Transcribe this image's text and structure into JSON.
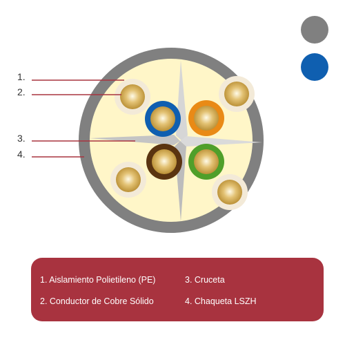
{
  "callouts": [
    {
      "number": "1.",
      "target": "insulation"
    },
    {
      "number": "2.",
      "target": "conductor"
    },
    {
      "number": "3.",
      "target": "cross-separator"
    },
    {
      "number": "4.",
      "target": "jacket"
    }
  ],
  "legend": {
    "items": [
      "1. Aislamiento Polietileno (PE)",
      "2. Conductor de Cobre Sólido",
      "3. Cruceta",
      "4. Chaqueta LSZH"
    ]
  },
  "color_options": [
    {
      "name": "gray",
      "color": "#808080"
    },
    {
      "name": "blue",
      "color": "#0f5fb0"
    }
  ],
  "colors": {
    "jacket": "#808080",
    "filler": "#fff6c8",
    "separator": "#c9c9c9",
    "leader_line": "#a8333f",
    "legend_background": "#a8333f",
    "wire_white": "#f3ead8",
    "wire_blue": "#0f5fb0",
    "wire_orange": "#e98a16",
    "wire_brown": "#5a3410",
    "wire_green": "#4f9f2a",
    "copper": "#c99a3a"
  }
}
